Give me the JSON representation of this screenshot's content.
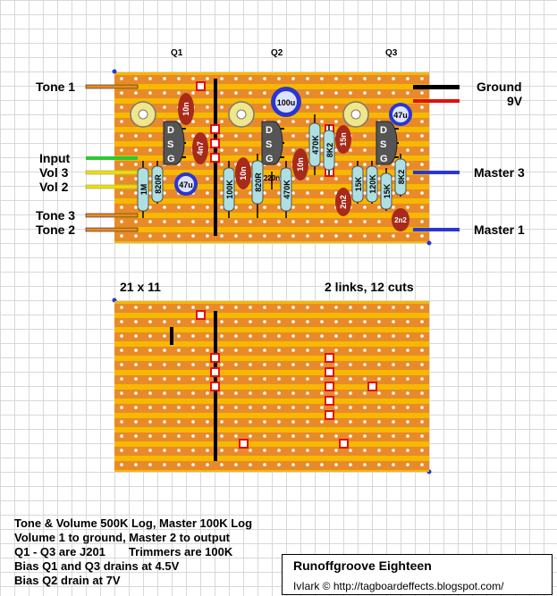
{
  "labels": {
    "q1": "Q1",
    "q2": "Q2",
    "q3": "Q3",
    "tone1": "Tone 1",
    "input": "Input",
    "vol3": "Vol 3",
    "vol2": "Vol 2",
    "tone3": "Tone 3",
    "tone2": "Tone 2",
    "ground": "Ground",
    "nine_v": "9V",
    "master3": "Master 3",
    "master1": "Master 1",
    "grid_size": "21 x 11",
    "links_cuts": "2 links, 12 cuts"
  },
  "components": {
    "r_1m": "1M",
    "r_820r_a": "820R",
    "c_47u_a": "47u",
    "c_10n_a": "10n",
    "c_4n7": "4n7",
    "r_100k": "100K",
    "c_10n_b": "10n",
    "r_820r_b": "820R",
    "c_220n": "220n",
    "r_470k_a": "470K",
    "c_100u": "100u",
    "r_470k_b": "470K",
    "c_10n_c": "10n",
    "r_8k2_a": "8K2",
    "c_15n": "15n",
    "c_2n2_a": "2n2",
    "r_15k_a": "15K",
    "r_120k": "120K",
    "r_15k_b": "15K",
    "c_47u_b": "47u",
    "r_8k2_b": "8K2",
    "c_2n2_b": "2n2",
    "pin_d": "D",
    "pin_s": "S",
    "pin_g": "G"
  },
  "notes": {
    "line1": "Tone & Volume 500K Log, Master 100K Log",
    "line2": "Volume 1 to ground, Master 2 to output",
    "line3a": "Q1 - Q3 are J201",
    "line3b": "Trimmers are 100K",
    "line4": "Bias Q1 and Q3 drains at 4.5V",
    "line5": "Bias Q2 drain at 7V"
  },
  "title": {
    "name": "Runoffgroove Eighteen",
    "credit": "IvIark © http://tagboardeffects.blogspot.com/"
  },
  "colors": {
    "board": "#f6b800",
    "strip": "#e88a2a",
    "resistor": "#aee0e2",
    "film_cap": "#a82a1a",
    "electrolytic": "#2a36d0",
    "wire_green": "#2ec832",
    "wire_yellow": "#f0e000",
    "wire_red": "#e01010"
  }
}
